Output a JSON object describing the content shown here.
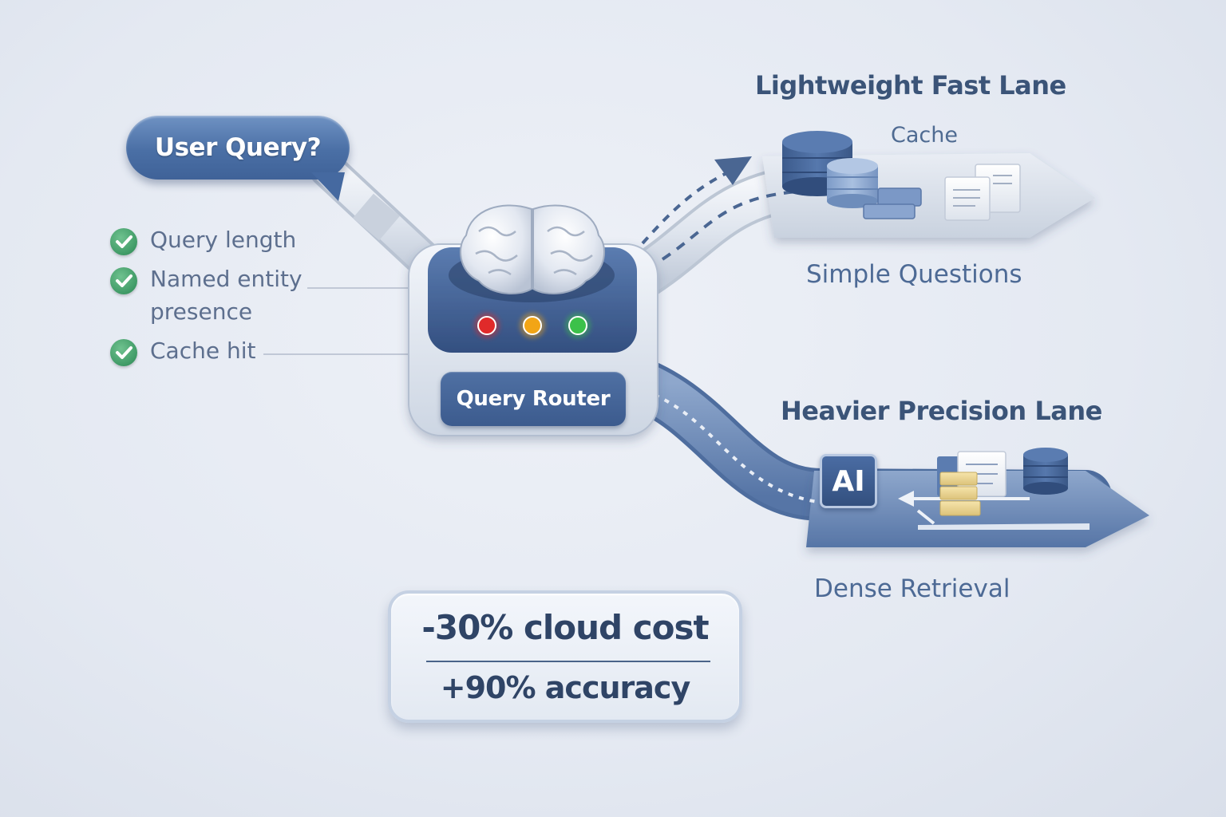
{
  "input": {
    "bubble_label": "User Query?"
  },
  "criteria": [
    {
      "label": "Query length"
    },
    {
      "label": "Named entity",
      "label_line2": "presence"
    },
    {
      "label": "Cache hit"
    }
  ],
  "router": {
    "label": "Query Router",
    "indicator_colors": [
      "#e02a2a",
      "#f2a516",
      "#3cc14a"
    ]
  },
  "fast_lane": {
    "title": "Lightweight Fast Lane",
    "cache_label": "Cache",
    "caption": "Simple Questions"
  },
  "precision_lane": {
    "title": "Heavier Precision Lane",
    "chip_label": "AI",
    "caption": "Dense Retrieval"
  },
  "stats": {
    "cost": "-30% cloud cost",
    "accuracy": "+90% accuracy"
  },
  "colors": {
    "accent": "#4a6fa5",
    "text_dark": "#3b5478",
    "check_green": "#3f9a66",
    "background": "#e4e9f2"
  },
  "icons": [
    "brain-icon",
    "database-icon",
    "document-icon",
    "ai-chip-icon",
    "check-icon",
    "arrow-icon"
  ]
}
